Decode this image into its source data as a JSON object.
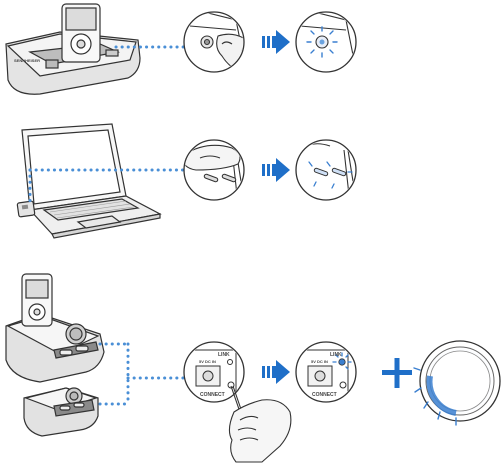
{
  "colors": {
    "outline": "#333333",
    "device_fill": "#e6e6e6",
    "device_dark": "#8a8a8a",
    "dots": "#4a8fd6",
    "arrow": "#1f6fc8",
    "glow": "#3a7fd0",
    "dial_ring": "#3a7fd0"
  },
  "steps": [
    {
      "name": "dock-power",
      "labels": {
        "dock_brand": "SENNHEISER"
      },
      "icons": [
        "ipod-dock-icon",
        "power-button-press-icon",
        "power-button-lit-icon"
      ]
    },
    {
      "name": "laptop-usb",
      "labels": {},
      "icons": [
        "laptop-icon",
        "finger-press-icon",
        "usb-led-lit-icon"
      ]
    },
    {
      "name": "link-connect",
      "labels": {
        "link": "LINK",
        "dc_in": "5V DC IN",
        "connect": "CONNECT",
        "link_lit": "LINK",
        "dc_in_lit": "5V DC IN",
        "connect_lit": "CONNECT"
      },
      "icons": [
        "dock-with-ipod-icon",
        "transmitter-icon",
        "connect-pin-icon",
        "link-led-lit-icon",
        "plus-icon",
        "volume-dial-icon"
      ]
    }
  ]
}
